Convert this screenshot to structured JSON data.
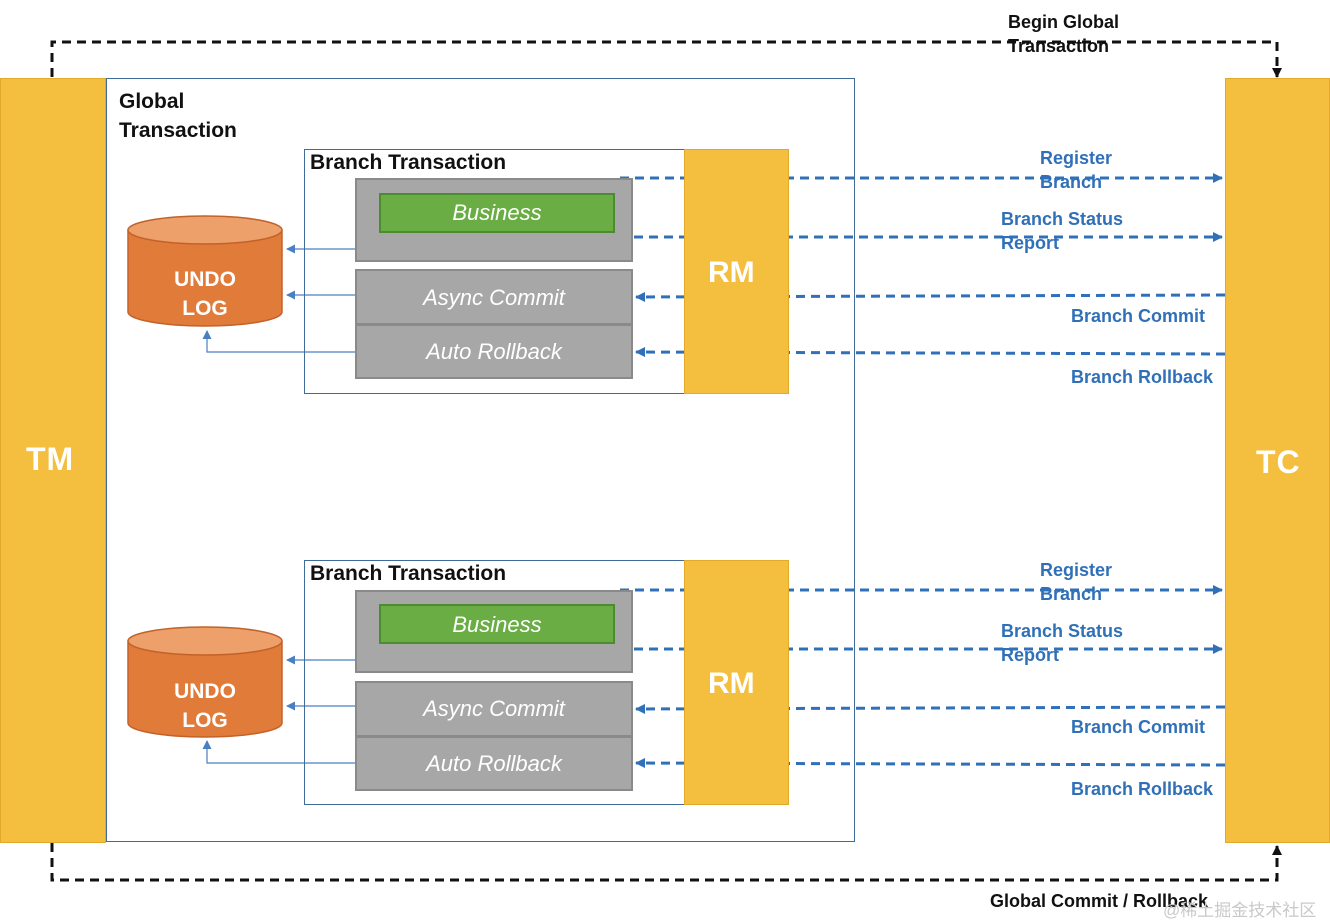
{
  "tm": {
    "label": "TM"
  },
  "tc": {
    "label": "TC"
  },
  "global": {
    "label": "Global\nTransaction"
  },
  "begin_global": {
    "line1": "Begin Global",
    "line2": "Transaction"
  },
  "global_commit": {
    "label": "Global Commit / Rollback"
  },
  "branches": [
    {
      "title": "Branch Transaction",
      "business": "Business",
      "async_commit": "Async Commit",
      "auto_rollback": "Auto Rollback",
      "rm": "RM",
      "undo_line1": "UNDO",
      "undo_line2": "LOG",
      "register_line1": "Register",
      "register_line2": "Branch",
      "status_line1": "Branch Status",
      "status_line2": "Report",
      "commit": "Branch Commit",
      "rollback": "Branch Rollback"
    },
    {
      "title": "Branch Transaction",
      "business": "Business",
      "async_commit": "Async Commit",
      "auto_rollback": "Auto Rollback",
      "rm": "RM",
      "undo_line1": "UNDO",
      "undo_line2": "LOG",
      "register_line1": "Register",
      "register_line2": "Branch",
      "status_line1": "Branch Status",
      "status_line2": "Report",
      "commit": "Branch Commit",
      "rollback": "Branch Rollback"
    }
  ],
  "colors": {
    "pillar": "#f4be3e",
    "undo": "#e07b39",
    "business": "#6aad45",
    "gray": "#a7a7a7",
    "flow_blue": "#3070b8",
    "frame": "#3f6c99"
  },
  "watermark": "@稀土掘金技术社区"
}
